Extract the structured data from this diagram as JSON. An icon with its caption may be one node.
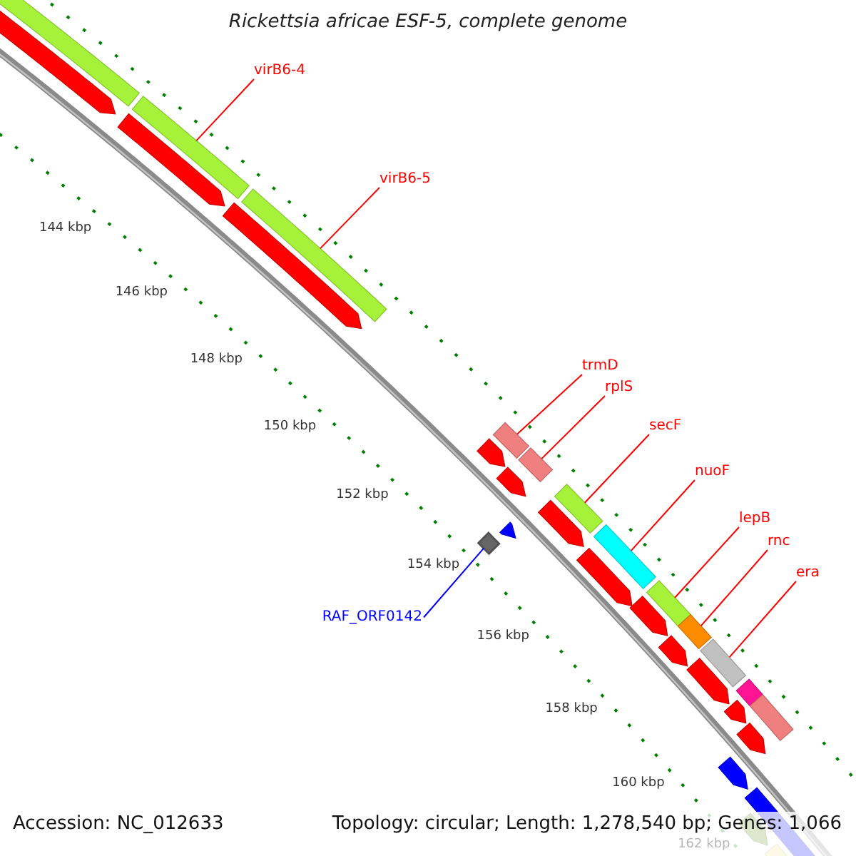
{
  "diagram": {
    "title": "Rickettsia africae ESF-5, complete genome",
    "nodes": [
      {
        "text": [
          "virB6-4"
        ]
      },
      {
        "text": [],
        "shape": "bar"
      },
      {
        "text": [
          "virB6-5"
        ]
      },
      {
        "text": [],
        "shape": "bar"
      },
      {
        "text": [
          "trmD"
        ]
      },
      {
        "text": [],
        "shape": "bar"
      },
      {
        "text": [
          "rplS"
        ]
      },
      {
        "text": [],
        "shape": "bar"
      },
      {
        "text": [
          "secF"
        ]
      },
      {
        "text": [],
        "shape": "bar"
      },
      {
        "text": [
          "nuoF"
        ]
      },
      {
        "text": [],
        "shape": "bar"
      },
      {
        "text": [
          "lepB"
        ]
      },
      {
        "text": [],
        "shape": "bar"
      },
      {
        "text": [
          "rnc"
        ]
      },
      {
        "text": [],
        "shape": "bar"
      },
      {
        "text": [
          "era"
        ]
      },
      {
        "text": [],
        "shape": "bar"
      },
      {
        "text": [
          "RAF_ORF0142"
        ]
      },
      {
        "text": [],
        "shape": "box"
      },
      {
        "text": [],
        "shape": "bar"
      },
      {
        "text": [],
        "shape": "bar"
      },
      {
        "text": [],
        "shape": "bar"
      },
      {
        "text": [],
        "shape": "arrow"
      },
      {
        "text": [],
        "shape": "arrow"
      },
      {
        "text": [],
        "shape": "arrow"
      },
      {
        "text": [],
        "shape": "arrow"
      },
      {
        "text": [],
        "shape": "arrow"
      },
      {
        "text": [],
        "shape": "arrow"
      },
      {
        "text": [],
        "shape": "arrow"
      },
      {
        "text": [],
        "shape": "arrow"
      },
      {
        "text": [],
        "shape": "arrow"
      },
      {
        "text": [],
        "shape": "arrow"
      },
      {
        "text": [],
        "shape": "arrow"
      },
      {
        "text": [],
        "shape": "arrow"
      },
      {
        "text": [],
        "shape": "arrow"
      },
      {
        "text": [],
        "shape": "arrow"
      },
      {
        "text": [],
        "shape": "arrow"
      },
      {
        "text": [],
        "shape": "arrow"
      },
      {
        "text": [],
        "shape": "arrow"
      }
    ],
    "edges": [
      {
        "from": 0,
        "to": 1,
        "arrow": "none"
      },
      {
        "from": 2,
        "to": 3,
        "arrow": "none"
      },
      {
        "from": 4,
        "to": 5,
        "arrow": "none"
      },
      {
        "from": 6,
        "to": 7,
        "arrow": "none"
      },
      {
        "from": 8,
        "to": 9,
        "arrow": "none"
      },
      {
        "from": 10,
        "to": 11,
        "arrow": "none"
      },
      {
        "from": 12,
        "to": 13,
        "arrow": "none"
      },
      {
        "from": 14,
        "to": 15,
        "arrow": "none"
      },
      {
        "from": 16,
        "to": 17,
        "arrow": "none"
      },
      {
        "from": 18,
        "to": 19,
        "arrow": "none",
        "color": "#0000ff"
      }
    ],
    "labels": [
      "144 kbp",
      "146 kbp",
      "148 kbp",
      "150 kbp",
      "152 kbp",
      "154 kbp",
      "156 kbp",
      "158 kbp",
      "160 kbp",
      "162 kbp",
      "Accession: NC_012633",
      "Topology: circular; Length: 1,278,540 bp; Genes: 1,066"
    ]
  }
}
